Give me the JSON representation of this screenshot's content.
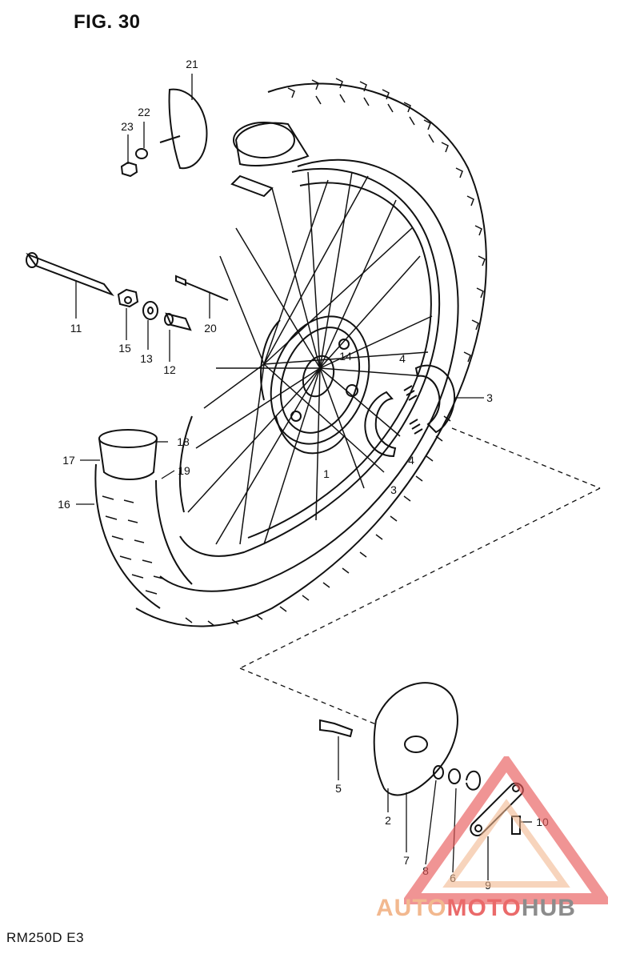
{
  "figure": {
    "title": "FIG. 30",
    "model": "RM250D E3"
  },
  "callouts": [
    {
      "id": "c1",
      "label": "1"
    },
    {
      "id": "c2",
      "label": "2"
    },
    {
      "id": "c3a",
      "label": "3"
    },
    {
      "id": "c3b",
      "label": "3"
    },
    {
      "id": "c4a",
      "label": "4"
    },
    {
      "id": "c4b",
      "label": "4"
    },
    {
      "id": "c5",
      "label": "5"
    },
    {
      "id": "c6",
      "label": "6"
    },
    {
      "id": "c7",
      "label": "7"
    },
    {
      "id": "c8",
      "label": "8"
    },
    {
      "id": "c9",
      "label": "9"
    },
    {
      "id": "c10",
      "label": "10"
    },
    {
      "id": "c11",
      "label": "11"
    },
    {
      "id": "c12",
      "label": "12"
    },
    {
      "id": "c13",
      "label": "13"
    },
    {
      "id": "c14",
      "label": "14"
    },
    {
      "id": "c15",
      "label": "15"
    },
    {
      "id": "c16",
      "label": "16"
    },
    {
      "id": "c17",
      "label": "17"
    },
    {
      "id": "c18",
      "label": "18"
    },
    {
      "id": "c19",
      "label": "19"
    },
    {
      "id": "c20",
      "label": "20"
    },
    {
      "id": "c21",
      "label": "21"
    },
    {
      "id": "c22",
      "label": "22"
    },
    {
      "id": "c23",
      "label": "23"
    }
  ],
  "watermark": {
    "part1": "AUTO",
    "part2": "MOTO",
    "part3": "HUB"
  },
  "colors": {
    "line": "#111111",
    "watermark_red": "#e85a5a",
    "watermark_gray": "#8c8c8c"
  }
}
